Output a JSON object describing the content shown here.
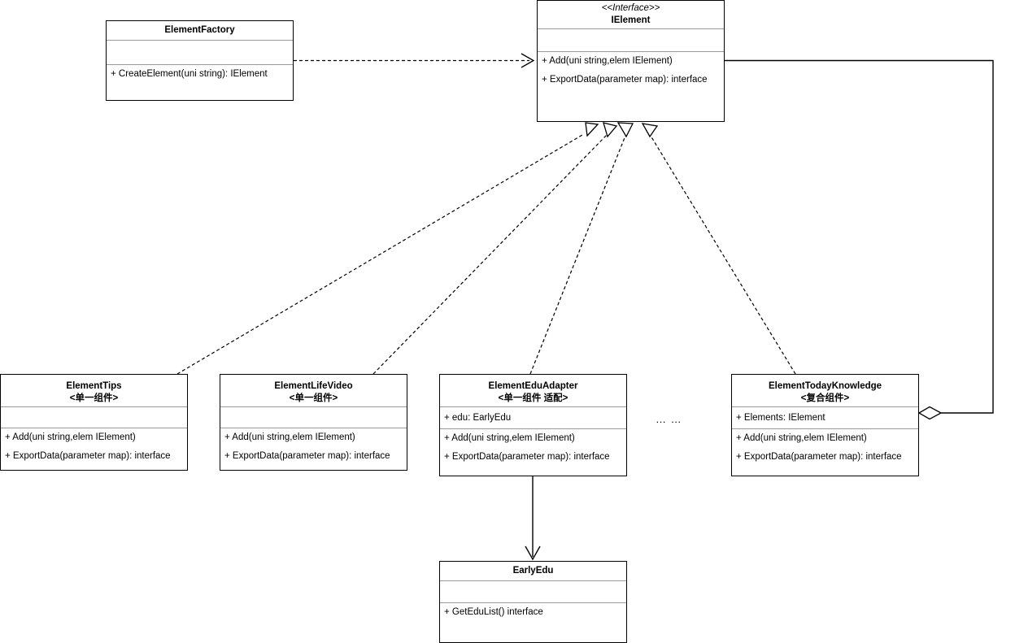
{
  "diagram": {
    "type": "uml-class-diagram",
    "ellipsis_label": "… …",
    "classes": [
      {
        "id": "element-factory",
        "name": "ElementFactory",
        "stereotype": "",
        "subtitle": "",
        "attributes": [],
        "methods": [
          "+ CreateElement(uni string): IElement"
        ]
      },
      {
        "id": "ielement",
        "name": "IElement",
        "stereotype": "<<Interface>>",
        "subtitle": "",
        "attributes": [],
        "methods": [
          "+ Add(uni string,elem IElement)",
          "+ ExportData(parameter map): interface"
        ]
      },
      {
        "id": "element-tips",
        "name": "ElementTips",
        "stereotype": "",
        "subtitle": "<单一组件>",
        "attributes": [],
        "methods": [
          "+ Add(uni string,elem IElement)",
          "+ ExportData(parameter map): interface"
        ]
      },
      {
        "id": "element-life-video",
        "name": "ElementLifeVideo",
        "stereotype": "",
        "subtitle": "<单一组件>",
        "attributes": [],
        "methods": [
          "+ Add(uni string,elem IElement)",
          "+ ExportData(parameter map): interface"
        ]
      },
      {
        "id": "element-edu-adapter",
        "name": "ElementEduAdapter",
        "stereotype": "",
        "subtitle": "<单一组件 适配>",
        "attributes": [
          "+ edu: EarlyEdu"
        ],
        "methods": [
          "+ Add(uni string,elem IElement)",
          "+ ExportData(parameter map): interface"
        ]
      },
      {
        "id": "element-today-knowledge",
        "name": "ElementTodayKnowledge",
        "stereotype": "",
        "subtitle": "<复合组件>",
        "attributes": [
          "+ Elements: IElement"
        ],
        "methods": [
          "+ Add(uni string,elem IElement)",
          "+ ExportData(parameter map): interface"
        ]
      },
      {
        "id": "early-edu",
        "name": "EarlyEdu",
        "stereotype": "",
        "subtitle": "",
        "attributes": [],
        "methods": [
          "+ GetEduList() interface"
        ]
      }
    ],
    "relations": [
      {
        "kind": "dependency",
        "from": "element-factory",
        "to": "ielement"
      },
      {
        "kind": "realization",
        "from": "element-tips",
        "to": "ielement"
      },
      {
        "kind": "realization",
        "from": "element-life-video",
        "to": "ielement"
      },
      {
        "kind": "realization",
        "from": "element-edu-adapter",
        "to": "ielement"
      },
      {
        "kind": "realization",
        "from": "element-today-knowledge",
        "to": "ielement"
      },
      {
        "kind": "aggregation",
        "from": "element-today-knowledge",
        "to": "ielement"
      },
      {
        "kind": "association",
        "from": "element-edu-adapter",
        "to": "early-edu"
      }
    ],
    "colors": {
      "line": "#000000",
      "divider": "#9a9a9a",
      "background": "#ffffff"
    }
  }
}
